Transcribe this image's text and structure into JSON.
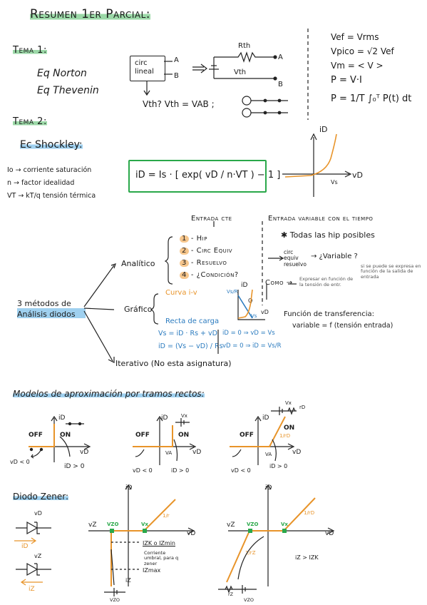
{
  "title": "Resumen 1er Parcial:",
  "tema1": {
    "heading": "Tema 1:",
    "eq_norton": "Eq   Norton",
    "eq_thevenin": "Eq   Thevenin",
    "circ_box": "circ lineal",
    "node_a": "A",
    "node_b": "B",
    "rth": "Rth",
    "vth": "Vth",
    "vth_question": "Vth?   Vth = VAB   ;",
    "formulas": [
      "Vef = Vrms",
      "Vpico = √2 Vef",
      "Vm = < V >",
      "P = V·I",
      "P = 1/T ∫₀ᵀ P(t) dt"
    ]
  },
  "tema2": {
    "heading": "Tema 2:",
    "shockley_heading": "Ec  Shockley:",
    "defs": [
      "Io → corriente saturación",
      "n → factor idealidad",
      "VT → kT/q  tensión térmica"
    ],
    "equation": "iD = Is · [ exp( vD / n·VT ) − 1 ]",
    "graph_i": "iD",
    "graph_v": "vD",
    "graph_vs": "Vs"
  },
  "entrada": {
    "cte_heading": "Entrada cte",
    "variable_heading": "Entrada variable con el tiempo",
    "steps": [
      {
        "num": "1",
        "label": "- Hip"
      },
      {
        "num": "2",
        "label": "- Circ Equiv"
      },
      {
        "num": "3",
        "label": "- Resuelvo"
      },
      {
        "num": "4",
        "label": "- ¿Condición?"
      }
    ],
    "todas": "✱ Todas las hip posibles",
    "circ_equiv": "circ equiv resuelvo",
    "variable_q": "→ ¿Variable ?",
    "si_se_puede": "si se puede se expresa en función de la salida de entrada",
    "como": "Como →",
    "expresar": "Expresar en función de la tensión de entr.",
    "funcion_heading": "Función de transferencia:",
    "funcion_eq": "variable = f (tensión entrada)"
  },
  "metodos": {
    "label": "3 métodos de Análisis diodos",
    "analitico": "Analítico",
    "grafico": "Gráfico",
    "iterativo": "Iterativo (No esta asignatura)",
    "curva": "Curva i-v",
    "recta": "Recta de carga",
    "recta_eq1": "Vs = iD · Rs + vD",
    "recta_eq2": "iD = (Vs − vD) / Rs",
    "cond1": "iD = 0 ⇒ vD = Vs",
    "cond2": "vD = 0 ⇒ iD = Vs/R",
    "g_id": "iD",
    "g_vs_r": "Vs/R",
    "g_q": "Q",
    "g_vd": "vD",
    "g_vs": "Vs"
  },
  "modelos": {
    "heading": "Modelos de aproximación por tramos rectos:",
    "m1": {
      "off": "OFF",
      "on": "ON",
      "id": "iD",
      "vd": "vD",
      "vlt": "vD < 0",
      "igt": "iD > 0"
    },
    "m2": {
      "off": "OFF",
      "on": "ON",
      "id": "iD",
      "vd": "vD",
      "vx": "Vx",
      "va": "VA",
      "vlt": "vD < 0",
      "igt": "iD > 0"
    },
    "m3": {
      "off": "OFF",
      "on": "ON",
      "id": "iD",
      "vd": "vD",
      "vx": "Vx",
      "rd": "rD",
      "va": "VA",
      "slope": "1/rD",
      "vlt": "vD < 0",
      "igt": "iD > 0"
    }
  },
  "zener": {
    "heading": "Diodo Zener:",
    "vd": "vD",
    "id": "iD",
    "vz": "vZ",
    "iz": "iZ",
    "g1": {
      "id": "iD",
      "vz_axis": "vZ",
      "vzo": "VZO",
      "vx": "Vx",
      "vd": "vD",
      "slope": "1/r",
      "izk": "IZK o IZmin",
      "note": "Corriente umbral, para q zener",
      "izmax": "IZmax",
      "iz": "iZ",
      "src": "VZO"
    },
    "g2": {
      "id": "iD",
      "vz_axis": "vZ",
      "vzo": "VZO",
      "vx": "Vx",
      "vd": "vD",
      "slope": "1/rD",
      "slope2": "1/rZ",
      "cond": "iZ > IZK",
      "rz": "rZ",
      "src": "VZO"
    }
  }
}
